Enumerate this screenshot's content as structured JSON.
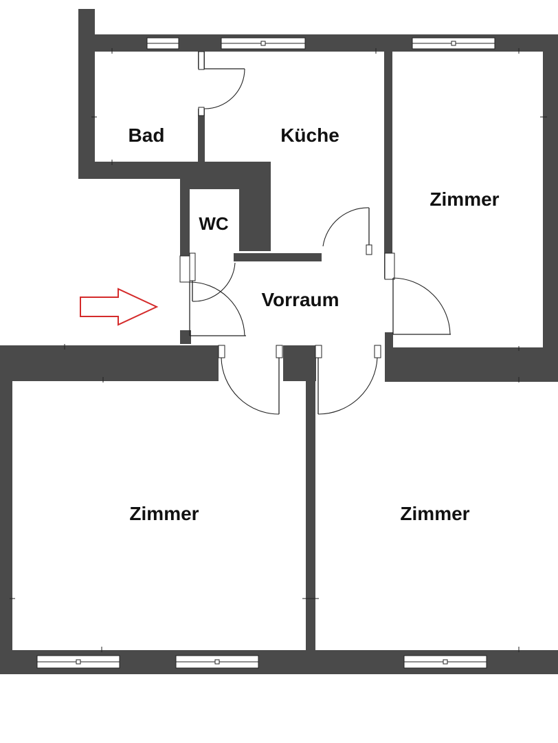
{
  "plan": {
    "rooms": {
      "bad": "Bad",
      "kueche": "Küche",
      "zimmer_east": "Zimmer",
      "wc": "WC",
      "vorraum": "Vorraum",
      "zimmer_southwest": "Zimmer",
      "zimmer_southeast": "Zimmer"
    },
    "entrance_arrow_icon": "arrow-right-icon",
    "colors": {
      "wall": "#4a4a4a",
      "arrow": "#d42a2a",
      "background": "#ffffff"
    }
  }
}
